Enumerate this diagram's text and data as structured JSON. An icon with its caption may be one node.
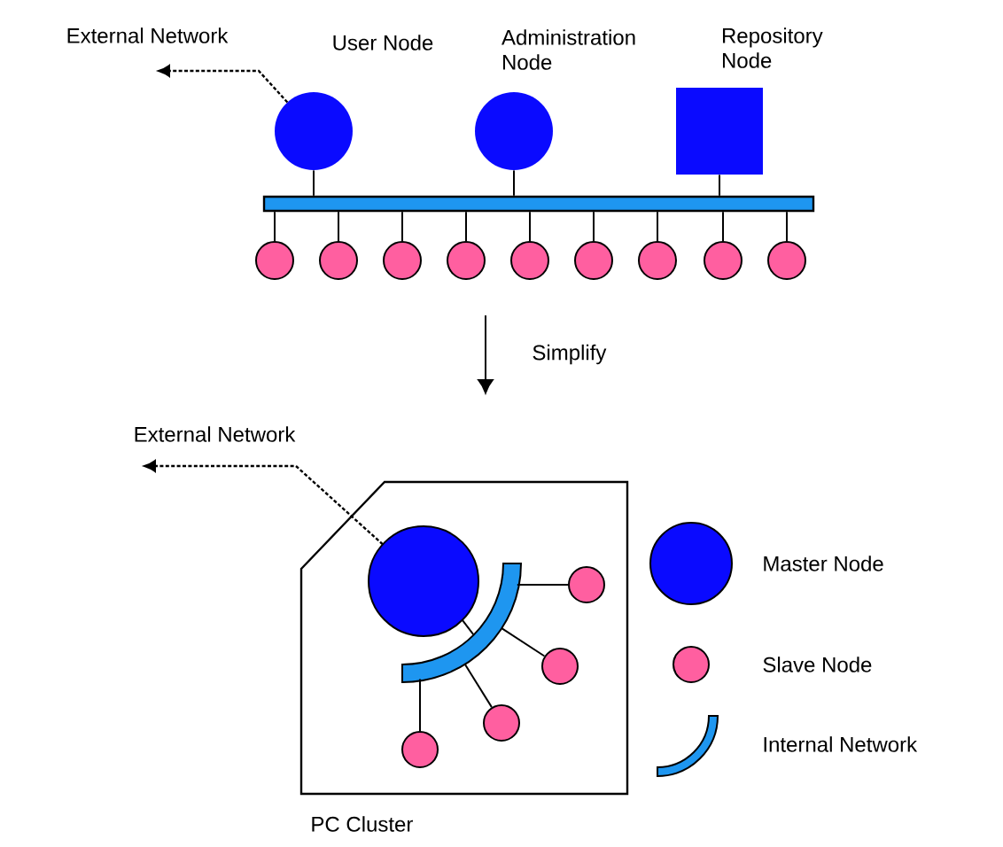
{
  "diagram": {
    "nodes": [
      {
        "text": [
          "User Node"
        ]
      },
      {
        "text": [
          "Administration Node"
        ]
      },
      {
        "text": [
          "Repository Node"
        ]
      },
      {
        "text": [],
        "shape": "bar"
      },
      {
        "text": [],
        "shape": "circle"
      },
      {
        "text": [],
        "shape": "circle"
      },
      {
        "text": [],
        "shape": "circle"
      },
      {
        "text": [],
        "shape": "circle"
      },
      {
        "text": [],
        "shape": "circle"
      },
      {
        "text": [],
        "shape": "circle"
      },
      {
        "text": [],
        "shape": "circle"
      },
      {
        "text": [],
        "shape": "circle"
      },
      {
        "text": [],
        "shape": "circle"
      },
      {
        "text": [
          "PC Cluster"
        ]
      },
      {
        "text": [],
        "shape": "circle",
        "in": 13
      },
      {
        "text": [],
        "shape": "arc",
        "in": 13
      },
      {
        "text": [],
        "shape": "circle",
        "in": 13
      },
      {
        "text": [],
        "shape": "circle",
        "in": 13
      },
      {
        "text": [],
        "shape": "circle",
        "in": 13
      },
      {
        "text": [],
        "shape": "circle",
        "in": 13
      }
    ],
    "edges": [
      {
        "from": 0,
        "to": null,
        "arrow": "to",
        "style": "dashed",
        "label": "External Network"
      },
      {
        "from": 0,
        "to": 3,
        "arrow": "none"
      },
      {
        "from": 1,
        "to": 3,
        "arrow": "none"
      },
      {
        "from": 2,
        "to": 3,
        "arrow": "none"
      },
      {
        "from": 3,
        "to": 4,
        "arrow": "none"
      },
      {
        "from": 3,
        "to": 5,
        "arrow": "none"
      },
      {
        "from": 3,
        "to": 6,
        "arrow": "none"
      },
      {
        "from": 3,
        "to": 7,
        "arrow": "none"
      },
      {
        "from": 3,
        "to": 8,
        "arrow": "none"
      },
      {
        "from": 3,
        "to": 9,
        "arrow": "none"
      },
      {
        "from": 3,
        "to": 10,
        "arrow": "none"
      },
      {
        "from": 3,
        "to": 11,
        "arrow": "none"
      },
      {
        "from": 3,
        "to": 12,
        "arrow": "none"
      },
      {
        "from": 14,
        "to": null,
        "arrow": "to",
        "style": "dashed",
        "label": "External Network"
      },
      {
        "from": 14,
        "to": 15,
        "arrow": "none"
      },
      {
        "from": 15,
        "to": 16,
        "arrow": "none"
      },
      {
        "from": 15,
        "to": 17,
        "arrow": "none"
      },
      {
        "from": 15,
        "to": 18,
        "arrow": "none"
      },
      {
        "from": 15,
        "to": 19,
        "arrow": "none"
      }
    ],
    "labels": [
      "Simplify"
    ],
    "legend": [
      {
        "text": "Master Node"
      },
      {
        "text": "Slave Node"
      },
      {
        "text": "Internal Network"
      }
    ]
  }
}
